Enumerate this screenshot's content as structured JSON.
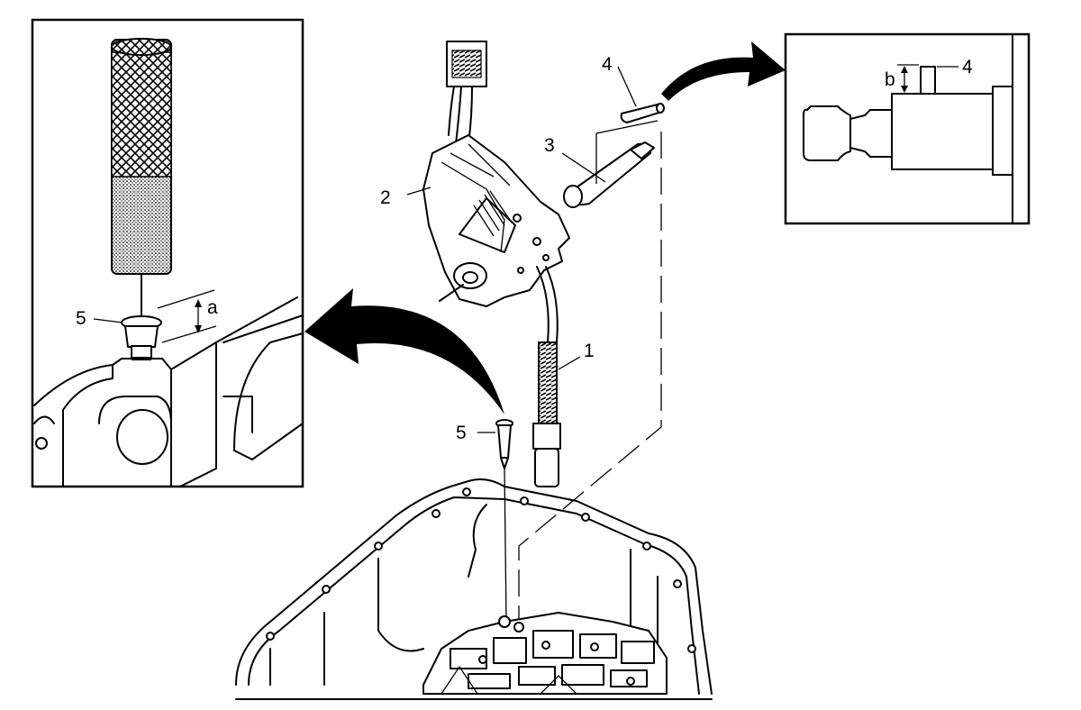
{
  "callouts": {
    "c1": "1",
    "c2": "2",
    "c3": "3",
    "c4": "4",
    "c5": "5",
    "inset_left_5": "5",
    "inset_left_a": "a",
    "inset_right_b": "b",
    "inset_right_4": "4"
  },
  "colors": {
    "line": "#000000",
    "background": "#ffffff"
  }
}
